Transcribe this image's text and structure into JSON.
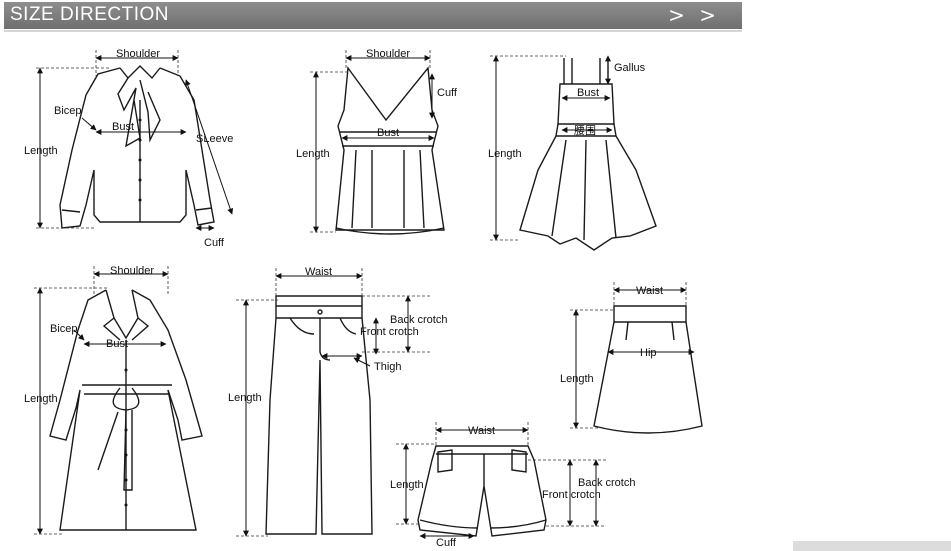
{
  "header": {
    "title": "SIZE DIRECTION",
    "arrows": "> >"
  },
  "garments": {
    "blouse": {
      "shoulder": "Shoulder",
      "bicep": "Bicep",
      "bust": "Bust",
      "sleeve": "SLeeve",
      "length": "Length",
      "cuff": "Cuff"
    },
    "vest": {
      "shoulder": "Shoulder",
      "cuff": "Cuff",
      "bust": "Bust",
      "length": "Length"
    },
    "dress": {
      "gallus": "Gallus",
      "bust": "Bust",
      "waist_cn": "腰围",
      "length": "Length"
    },
    "coat": {
      "shoulder": "Shoulder",
      "bicep": "Bicep",
      "bust": "Bust",
      "length": "Length"
    },
    "pants": {
      "waist": "Waist",
      "back_crotch": "Back crotch",
      "front_crotch": "Front crotch",
      "thigh": "Thigh",
      "length": "Length"
    },
    "skirt": {
      "waist": "Waist",
      "hip": "Hip",
      "length": "Length"
    },
    "shorts": {
      "waist": "Waist",
      "length": "Length",
      "back_crotch": "Back crotch",
      "front_crotch": "Front crotch",
      "cuff": "Cuff"
    }
  }
}
